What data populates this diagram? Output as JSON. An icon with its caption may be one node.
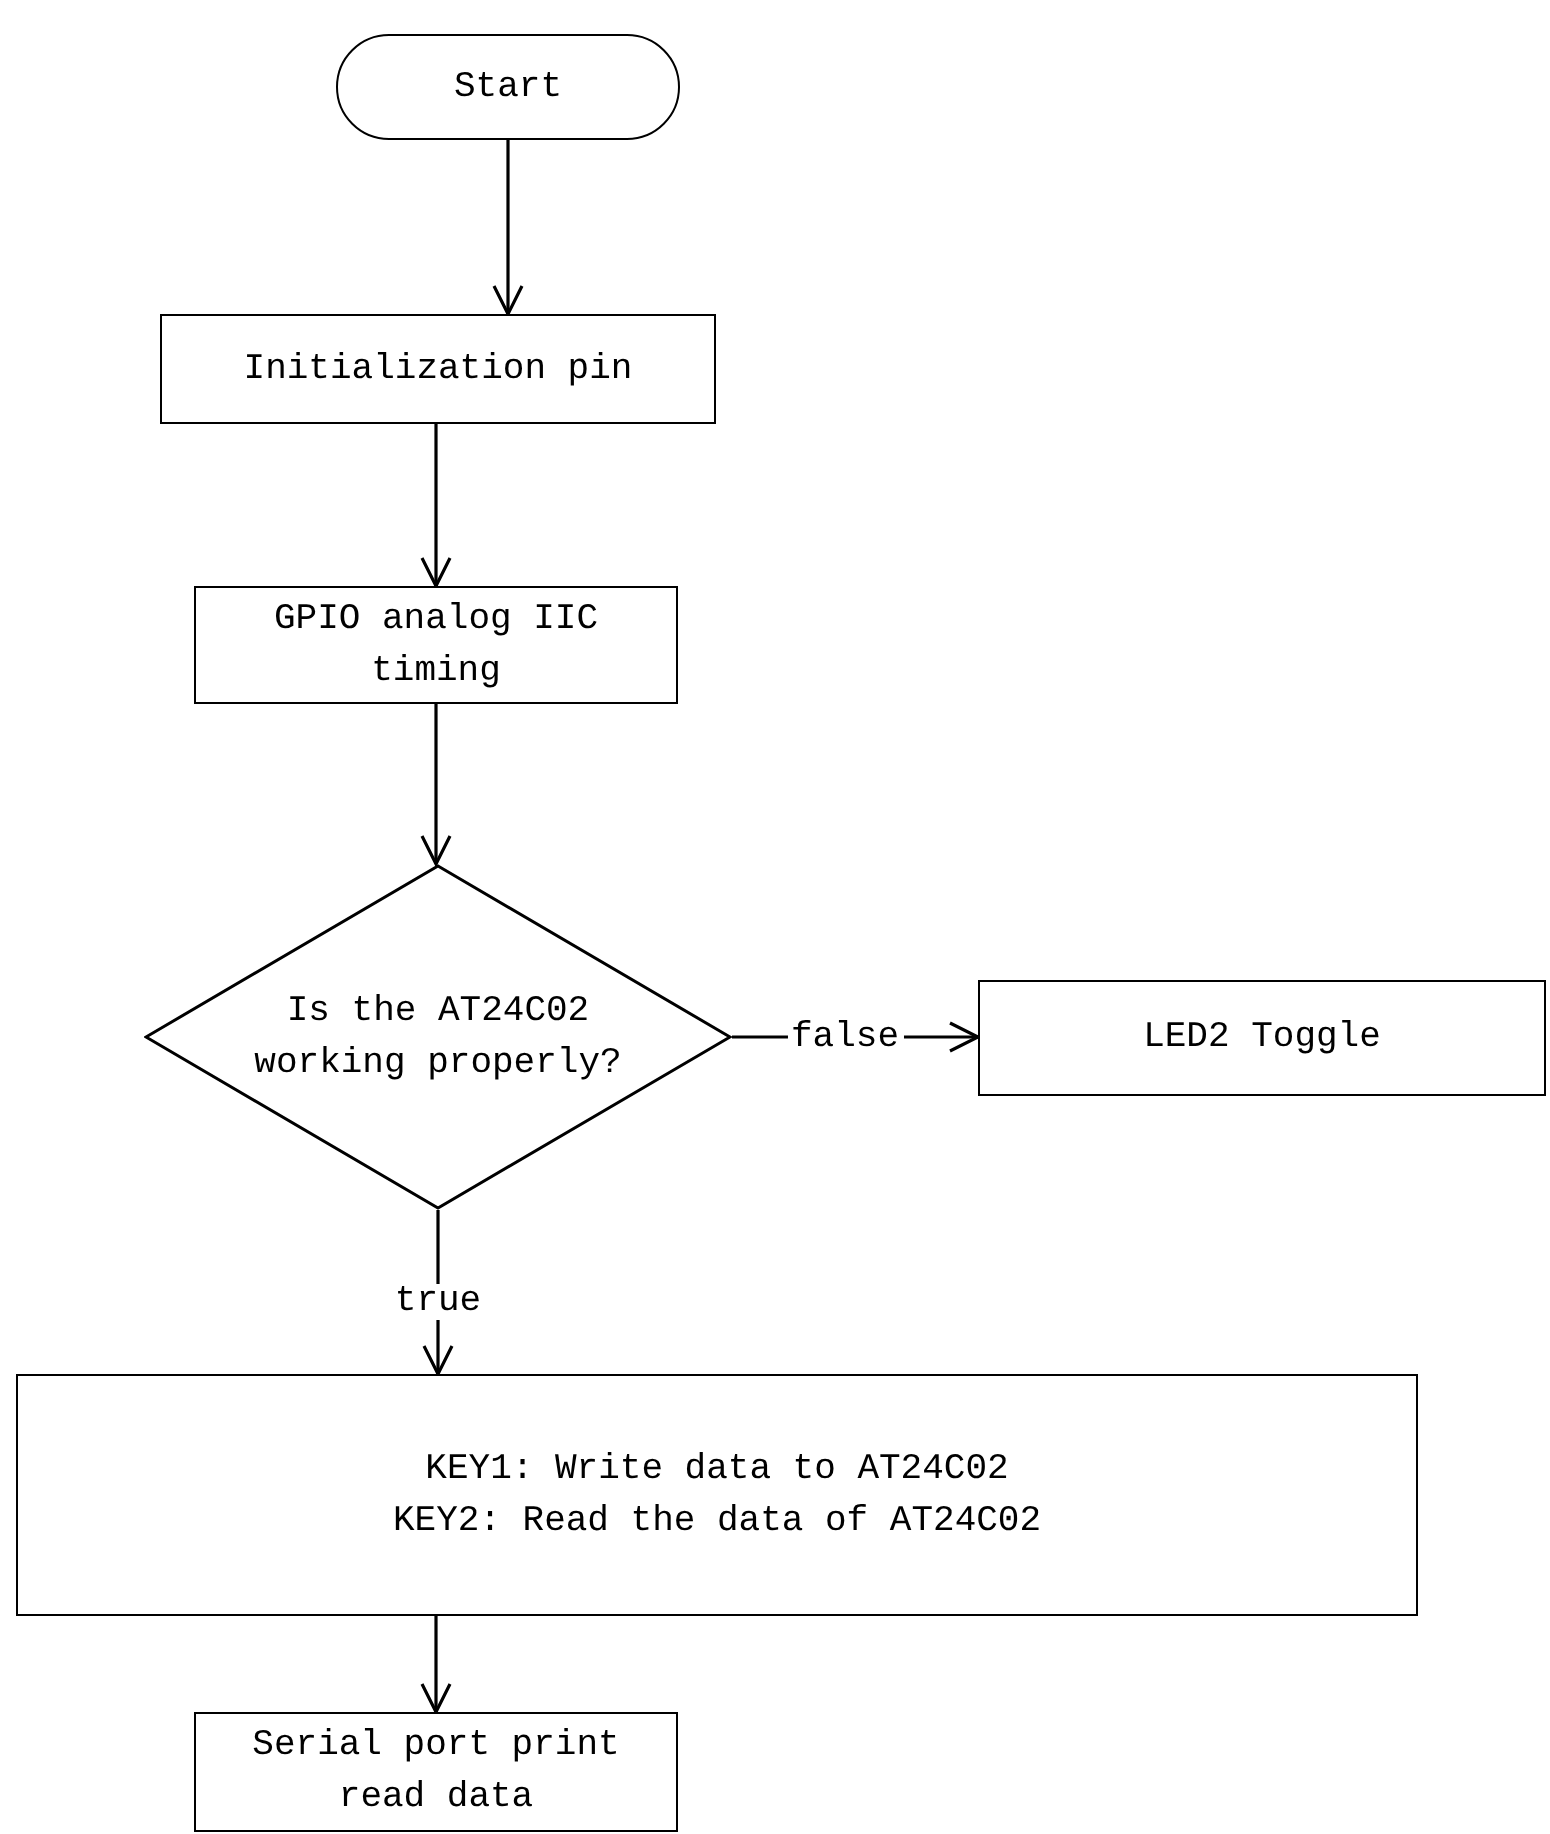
{
  "diagram": {
    "nodes": [
      {
        "text": [
          "Start"
        ]
      },
      {
        "text": [
          "Initialization pin"
        ]
      },
      {
        "text": [
          "GPIO analog IIC timing"
        ]
      },
      {
        "text": [
          "Is the AT24C02 working properly?"
        ]
      },
      {
        "text": [
          "LED2 Toggle"
        ]
      },
      {
        "text": [
          "KEY1: Write data to AT24C02",
          "KEY2: Read the data of AT24C02"
        ]
      },
      {
        "text": [
          "Serial port print read data"
        ]
      }
    ],
    "edges": [
      {
        "from": 0,
        "to": 1,
        "arrow": "to"
      },
      {
        "from": 1,
        "to": 2,
        "arrow": "to"
      },
      {
        "from": 2,
        "to": 3,
        "arrow": "to"
      },
      {
        "from": 3,
        "to": 4,
        "arrow": "to",
        "label": "false"
      },
      {
        "from": 3,
        "to": 5,
        "arrow": "to",
        "label": "true"
      },
      {
        "from": 5,
        "to": 6,
        "arrow": "to"
      }
    ]
  }
}
